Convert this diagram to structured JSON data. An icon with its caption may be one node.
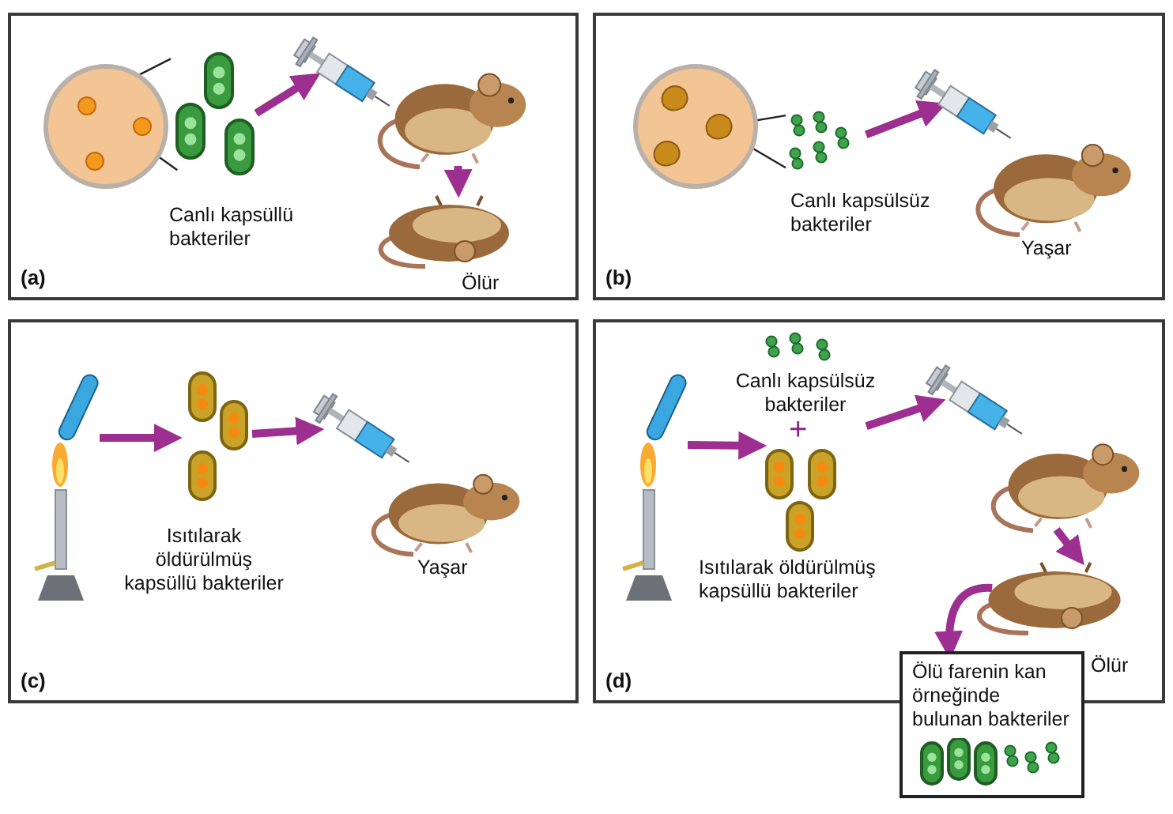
{
  "diagram": {
    "nodes": [
      {
        "text": [
          "(a)"
        ]
      },
      {
        "text": [],
        "shape": "picture",
        "in": 0
      },
      {
        "text": [],
        "shape": "picture",
        "in": 0,
        "beside": [
          "Canlı kapsüllü bakteriler"
        ]
      },
      {
        "text": [],
        "shape": "picture",
        "in": 0
      },
      {
        "text": [],
        "shape": "picture",
        "in": 0
      },
      {
        "text": [],
        "shape": "picture",
        "in": 0,
        "beside": [
          "Ölür"
        ]
      },
      {
        "text": [
          "(b)"
        ]
      },
      {
        "text": [],
        "shape": "picture",
        "in": 6
      },
      {
        "text": [],
        "shape": "picture",
        "in": 6,
        "beside": [
          "Canlı kapsülsüz bakteriler"
        ]
      },
      {
        "text": [],
        "shape": "picture",
        "in": 6
      },
      {
        "text": [],
        "shape": "picture",
        "in": 6,
        "beside": [
          "Yaşar"
        ]
      },
      {
        "text": [
          "(c)"
        ]
      },
      {
        "text": [],
        "shape": "picture",
        "in": 11
      },
      {
        "text": [],
        "shape": "picture",
        "in": 11,
        "beside": [
          "Isıtılarak öldürülmüş kapsüllü bakteriler"
        ]
      },
      {
        "text": [],
        "shape": "picture",
        "in": 11
      },
      {
        "text": [],
        "shape": "picture",
        "in": 11,
        "beside": [
          "Yaşar"
        ]
      },
      {
        "text": [
          "(d)"
        ]
      },
      {
        "text": [],
        "shape": "picture",
        "in": 16
      },
      {
        "text": [],
        "shape": "picture",
        "in": 16,
        "beside": [
          "Canlı kapsülsüz bakteriler"
        ]
      },
      {
        "text": [],
        "shape": "picture",
        "in": 16,
        "beside": [
          "Isıtılarak öldürülmüş kapsüllü bakteriler"
        ]
      },
      {
        "text": [],
        "shape": "picture",
        "in": 16
      },
      {
        "text": [],
        "shape": "picture",
        "in": 16
      },
      {
        "text": [],
        "shape": "picture",
        "in": 16
      },
      {
        "text": [
          "Ölü farenin kan örneğinde bulunan bakteriler"
        ]
      }
    ],
    "edges": [
      {
        "from": 1,
        "to": 2,
        "arrow": "none",
        "color": "#222222"
      },
      {
        "from": 1,
        "to": 2,
        "arrow": "none",
        "color": "#222222"
      },
      {
        "from": 2,
        "to": 3,
        "arrow": "to"
      },
      {
        "from": 4,
        "to": 5,
        "arrow": "to"
      },
      {
        "from": 7,
        "to": 8,
        "arrow": "none",
        "color": "#222222"
      },
      {
        "from": 7,
        "to": 8,
        "arrow": "none",
        "color": "#222222"
      },
      {
        "from": 8,
        "to": 9,
        "arrow": "to"
      },
      {
        "from": 12,
        "to": 13,
        "arrow": "to"
      },
      {
        "from": 13,
        "to": 14,
        "arrow": "to"
      },
      {
        "from": 17,
        "to": 19,
        "arrow": "to"
      },
      {
        "from": 18,
        "to": 20,
        "arrow": "to"
      },
      {
        "from": 21,
        "to": 22,
        "arrow": "to"
      },
      {
        "from": 22,
        "to": 23,
        "arrow": "to"
      }
    ],
    "labels": [
      "+",
      "Ölür"
    ]
  }
}
